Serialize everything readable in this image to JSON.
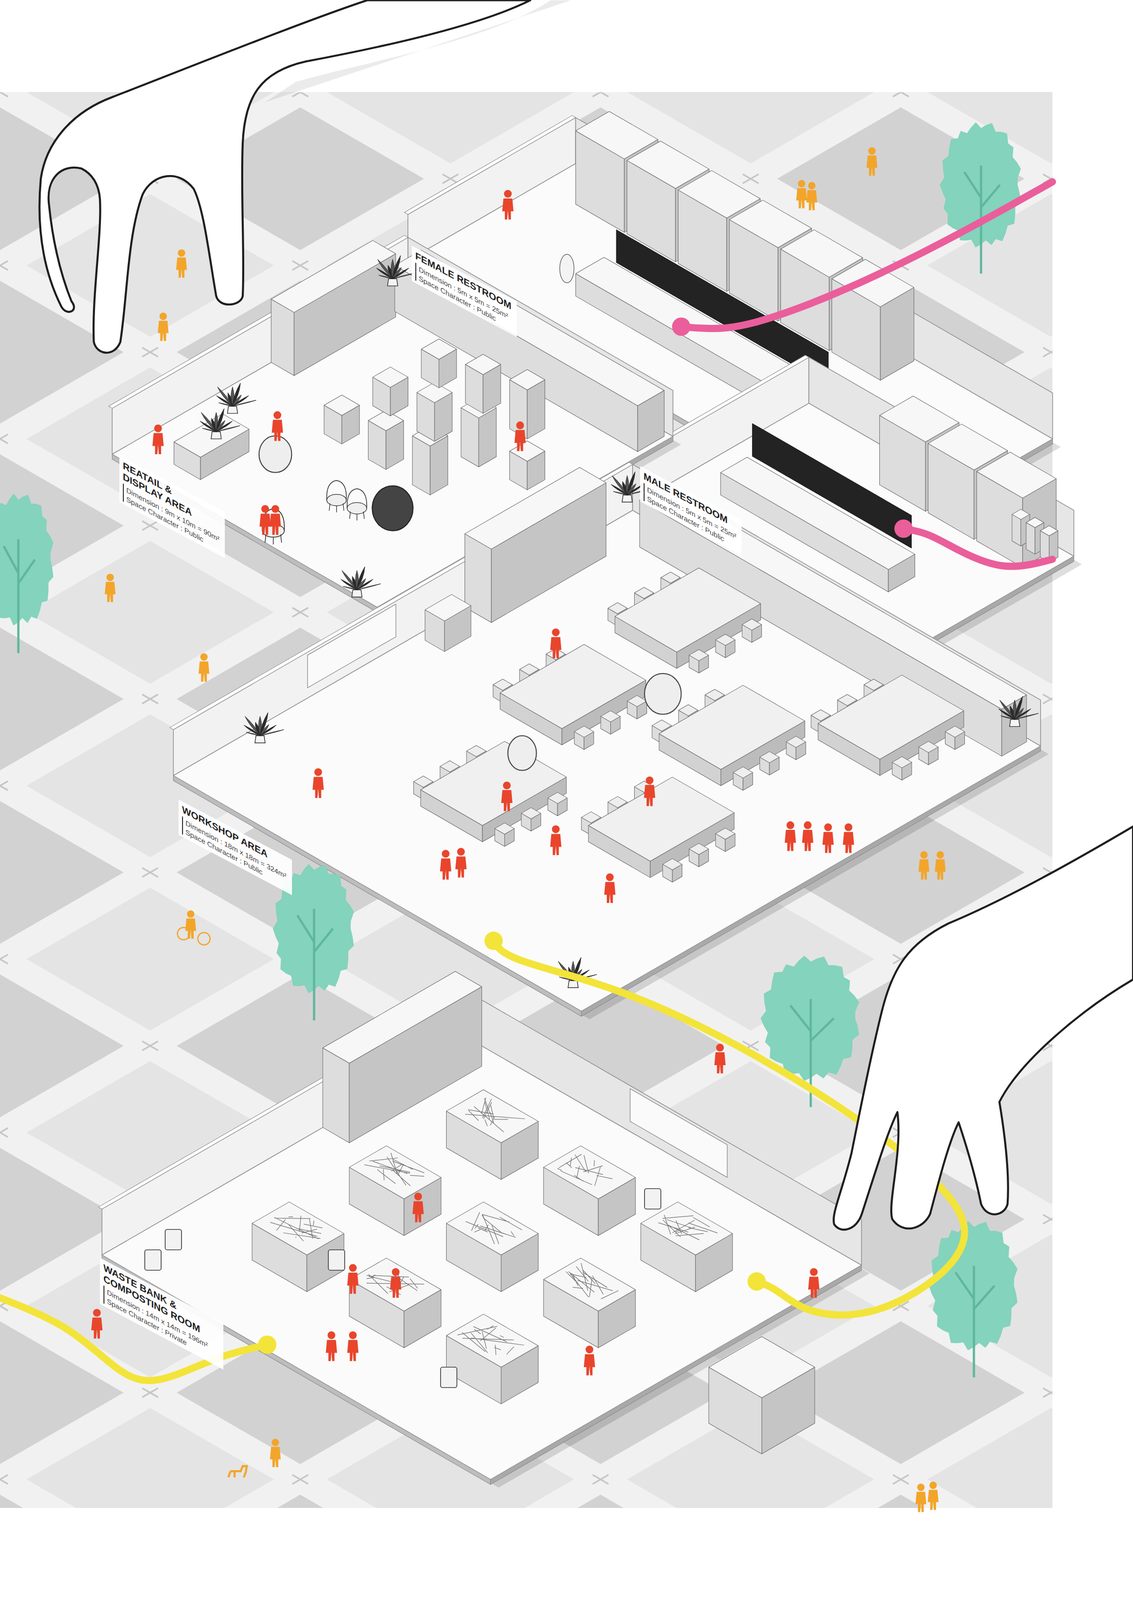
{
  "diagram": {
    "nodes": [
      {
        "text": [
          "FEMALE RESTROOM",
          "Dimension : 5m x 5m = 25m²",
          "Space Character : Public"
        ]
      },
      {
        "text": [
          "REATAIL & DISPLAY AREA",
          "Dimension : 9m x 10m = 90m²",
          "Space Character : Public"
        ]
      },
      {
        "text": [
          "MALE RESTROOM",
          "Dimension : 5m x 5m = 25m²",
          "Space Character : Public"
        ]
      },
      {
        "text": [
          "WORKSHOP AREA",
          "Dimension : 18m x 18m = 324m²",
          "Space Character : Public"
        ]
      },
      {
        "text": [
          "WASTE BANK & COMPOSTING ROOM",
          "Dimension : 14m x 14m = 196m²",
          "Space Character : Private"
        ]
      }
    ]
  }
}
